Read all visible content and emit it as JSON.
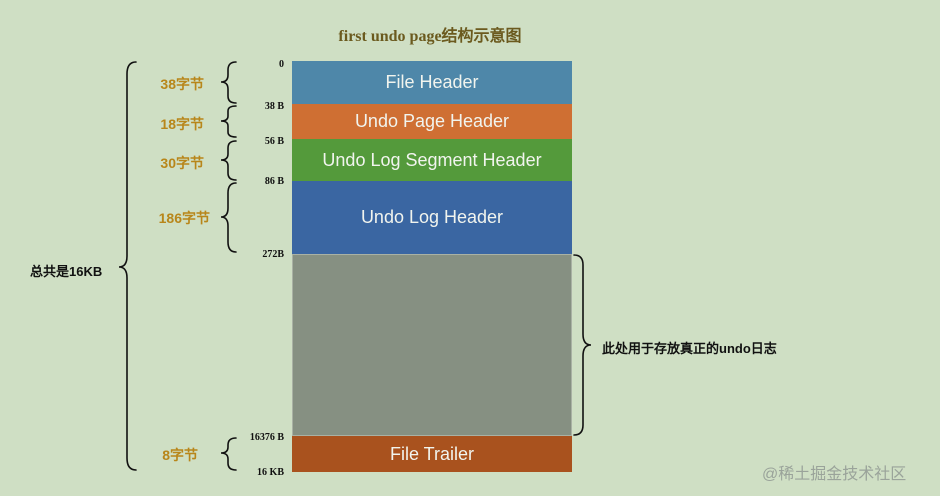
{
  "title": "first undo page结构示意图",
  "segments": [
    {
      "label": "File Header",
      "color": "#4e87a9"
    },
    {
      "label": "Undo Page Header",
      "color": "#cf6f33"
    },
    {
      "label": "Undo Log Segment Header",
      "color": "#549a3b"
    },
    {
      "label": "Undo Log Header",
      "color": "#3a66a2"
    },
    {
      "label": "",
      "color": "#869082"
    },
    {
      "label": "File Trailer",
      "color": "#a9521e"
    }
  ],
  "offsets": [
    "0",
    "38 B",
    "56 B",
    "86 B",
    "272B",
    "16376 B",
    "16 KB"
  ],
  "sizes": [
    "38字节",
    "18字节",
    "30字节",
    "186字节",
    "8字节"
  ],
  "total_label": "总共是16KB",
  "data_area_note": "此处用于存放真正的undo日志",
  "watermark": "@稀土掘金技术社区"
}
